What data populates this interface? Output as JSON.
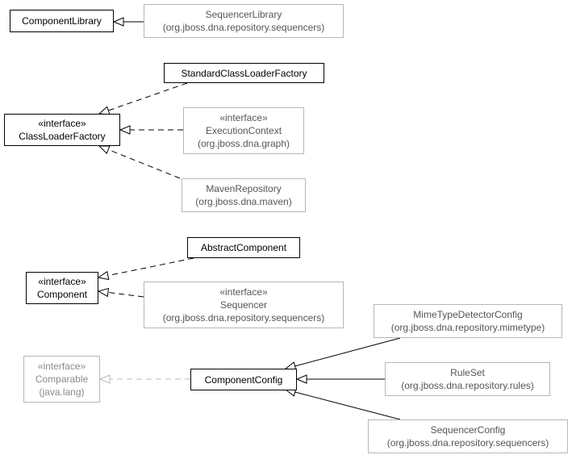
{
  "diagram": {
    "nodes": {
      "component_library": {
        "lines": [
          "ComponentLibrary"
        ]
      },
      "sequencer_library": {
        "lines": [
          "SequencerLibrary",
          "(org.jboss.dna.repository.sequencers)"
        ]
      },
      "standard_class_loader_factory": {
        "lines": [
          "StandardClassLoaderFactory"
        ]
      },
      "class_loader_factory": {
        "lines": [
          "«interface»",
          "ClassLoaderFactory"
        ]
      },
      "execution_context": {
        "lines": [
          "«interface»",
          "ExecutionContext",
          "(org.jboss.dna.graph)"
        ]
      },
      "maven_repository": {
        "lines": [
          "MavenRepository",
          "(org.jboss.dna.maven)"
        ]
      },
      "abstract_component": {
        "lines": [
          "AbstractComponent"
        ]
      },
      "component": {
        "lines": [
          "«interface»",
          "Component"
        ]
      },
      "sequencer": {
        "lines": [
          "«interface»",
          "Sequencer",
          "(org.jboss.dna.repository.sequencers)"
        ]
      },
      "mime_type_detector_config": {
        "lines": [
          "MimeTypeDetectorConfig",
          "(org.jboss.dna.repository.mimetype)"
        ]
      },
      "comparable": {
        "lines": [
          "«interface»",
          "Comparable",
          "(java.lang)"
        ]
      },
      "component_config": {
        "lines": [
          "ComponentConfig"
        ]
      },
      "rule_set": {
        "lines": [
          "RuleSet",
          "(org.jboss.dna.repository.rules)"
        ]
      },
      "sequencer_config": {
        "lines": [
          "SequencerConfig",
          "(org.jboss.dna.repository.sequencers)"
        ]
      }
    },
    "colors": {
      "local_border": "#000000",
      "external_border": "#b7b7b7",
      "external_text": "#555555",
      "faded_text": "#8a8a8a",
      "faded_edge": "#b7b7b7"
    }
  }
}
